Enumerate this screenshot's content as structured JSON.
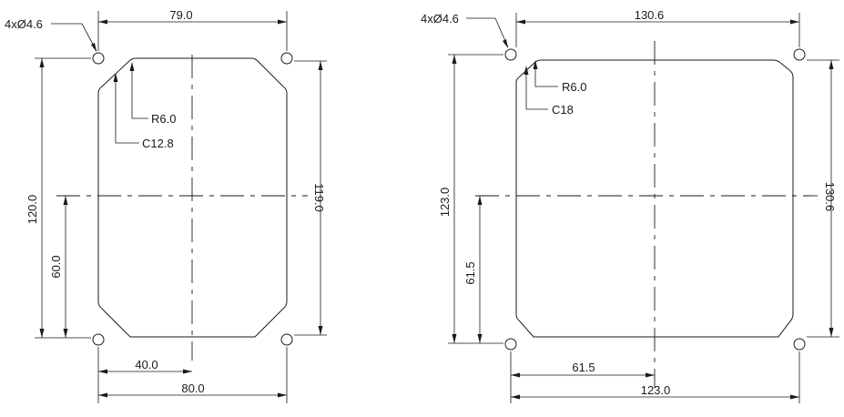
{
  "left_panel": {
    "hole_note": "4xØ4.6",
    "top_width": "79.0",
    "radius_note": "R6.0",
    "chamfer_note": "C12.8",
    "left_height": "120.0",
    "right_height": "119.0",
    "half_height": "60.0",
    "half_width": "40.0",
    "bottom_width": "80.0"
  },
  "right_panel": {
    "hole_note": "4xØ4.6",
    "top_width": "130.6",
    "radius_note": "R6.0",
    "chamfer_note": "C18",
    "left_height": "123.0",
    "right_height": "130.6",
    "half_height": "61.5",
    "half_width": "61.5",
    "bottom_width": "123.0"
  }
}
